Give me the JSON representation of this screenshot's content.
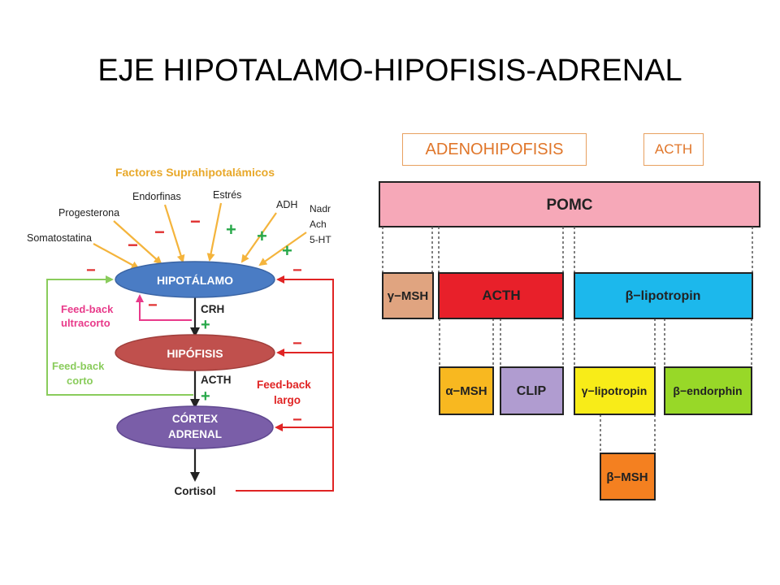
{
  "slide": {
    "title": "EJE HIPOTALAMO-HIPOFISIS-ADRENAL",
    "tag_adenohipofisis": "ADENOHIPOFISIS",
    "tag_acth": "ACTH"
  },
  "axis_diagram": {
    "header": "Factores Suprahipotalámicos",
    "factors": {
      "endorfinas": "Endorfinas",
      "estres": "Estrés",
      "progesterona": "Progesterona",
      "adh": "ADH",
      "nadr": "Nadr",
      "ach": "Ach",
      "serotonin": "5-HT",
      "somatostatina": "Somatostatina"
    },
    "nodes": {
      "hipotalamo": "HIPOTÁLAMO",
      "hipofisis": "HIPÓFISIS",
      "cortex_line1": "CÓRTEX",
      "cortex_line2": "ADRENAL",
      "cortisol": "Cortisol"
    },
    "hormones": {
      "crh": "CRH",
      "acth": "ACTH"
    },
    "feedback": {
      "ultracorto_line1": "Feed-back",
      "ultracorto_line2": "ultracorto",
      "corto_line1": "Feed-back",
      "corto_line2": "corto",
      "largo_line1": "Feed-back",
      "largo_line2": "largo"
    },
    "signs": {
      "minus": "−",
      "plus": "+"
    },
    "colors": {
      "factor_header": "#e8a82a",
      "factor_arrow": "#f4b43c",
      "hipotalamo": "#4a7cc4",
      "hipofisis": "#c0504d",
      "cortex": "#7a5ea8",
      "minus_sign": "#e03030",
      "plus_sign": "#28a84a",
      "ultracorto": "#e83a8a",
      "corto": "#8acc5c",
      "largo": "#e02424"
    }
  },
  "pomc_diagram": {
    "pomc": "POMC",
    "gamma_msh": "γ−MSH",
    "acth": "ACTH",
    "beta_lipotropin": "β−lipotropin",
    "alpha_msh": "α−MSH",
    "clip": "CLIP",
    "gamma_lipotropin": "γ−lipotropin",
    "beta_endorphin": "β−endorphin",
    "beta_msh": "β−MSH",
    "colors": {
      "pomc": "#f6a8b8",
      "gamma_msh": "#e0a480",
      "acth": "#e8202a",
      "beta_lipotropin": "#1cb8ec",
      "alpha_msh": "#f8b820",
      "clip": "#b09cd0",
      "gamma_lipotropin": "#f8ec18",
      "beta_endorphin": "#98d828",
      "beta_msh": "#f48020"
    }
  }
}
